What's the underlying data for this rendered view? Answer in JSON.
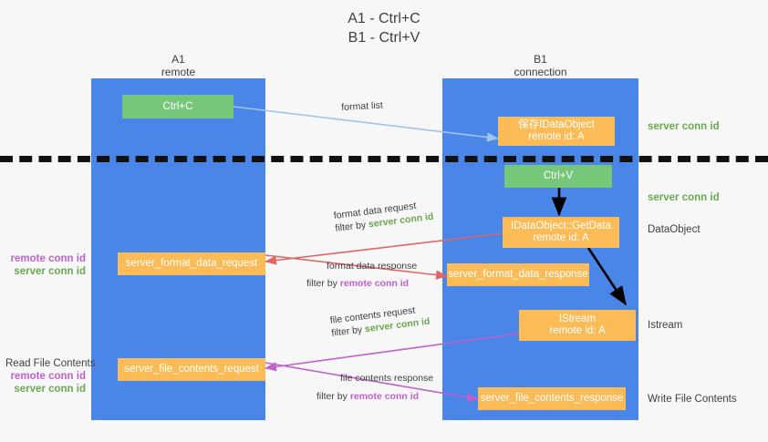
{
  "title": {
    "line1": "A1 - Ctrl+C",
    "line2": "B1 - Ctrl+V"
  },
  "lanes": [
    {
      "name": "A1",
      "sub": "remote"
    },
    {
      "name": "B1",
      "sub": "connection"
    }
  ],
  "nodes": {
    "ctrl_c": "Ctrl+C",
    "ctrl_v": "Ctrl+V",
    "save_idataobject_l1": "保存IDataObject",
    "save_idataobject_l2": "remote id: A",
    "getdata_l1": "IDataObject::GetData",
    "getdata_l2": "remote id: A",
    "istream_l1": "IStream",
    "istream_l2": "remote id: A",
    "server_format_data_request": "server_format_data_request",
    "server_format_data_response": "server_format_data_response",
    "server_file_contents_request": "server_file_contents_request",
    "server_file_contents_response": "server_file_contents_response"
  },
  "right_annotations": {
    "server_conn_id_top": "server conn id",
    "server_conn_id_mid": "server conn id",
    "data_object": "DataObject",
    "istream": "Istream",
    "write_file_contents": "Write File Contents"
  },
  "left_annotations": {
    "remote_conn_id_1": "remote conn id",
    "server_conn_id_1": "server conn id",
    "read_file_contents": "Read File Contents",
    "remote_conn_id_2": "remote conn id",
    "server_conn_id_2": "server conn id"
  },
  "edges": {
    "format_list": "format list",
    "format_data_request": "format data request",
    "format_data_request_filter_prefix": "filter by ",
    "format_data_request_filter_value": "server conn id",
    "format_data_response": "format data response",
    "format_data_response_filter_prefix": "filter by ",
    "format_data_response_filter_value": "remote conn id",
    "file_contents_request": "file contents request",
    "file_contents_request_filter_prefix": "filter by ",
    "file_contents_request_filter_value": "server conn id",
    "file_contents_response": "file contents response",
    "file_contents_response_filter_prefix": "filter by ",
    "file_contents_response_filter_value": "remote conn id"
  },
  "colors": {
    "lane": "#4a86e8",
    "orange": "#fbbc58",
    "green_box": "#76c77a",
    "green_text": "#6aa84f",
    "purple_text": "#c061cb",
    "arrow_red": "#e06666",
    "arrow_purple": "#c061cb",
    "arrow_blue": "#9fc5e8",
    "arrow_black": "#000000",
    "background": "#f7f7f7"
  }
}
